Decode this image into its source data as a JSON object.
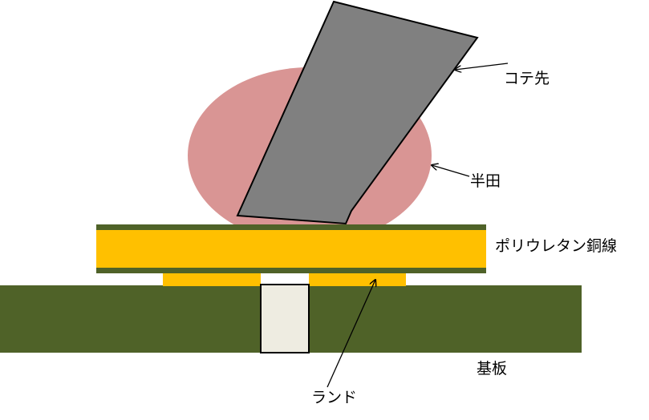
{
  "labels": {
    "iron_tip": "コテ先",
    "solder": "半田",
    "wire": "ポリウレタン銅線",
    "substrate": "基板",
    "land": "ランド"
  },
  "colors": {
    "background": "#ffffff",
    "solder_fill": "#d99594",
    "iron_fill": "#808080",
    "iron_stroke": "#000000",
    "wire_core": "#ffc000",
    "wire_coating": "#4f6228",
    "land": "#ffc000",
    "substrate": "#4f6228",
    "hole_fill": "#eeece1",
    "hole_stroke": "#000000",
    "arrow": "#000000"
  }
}
